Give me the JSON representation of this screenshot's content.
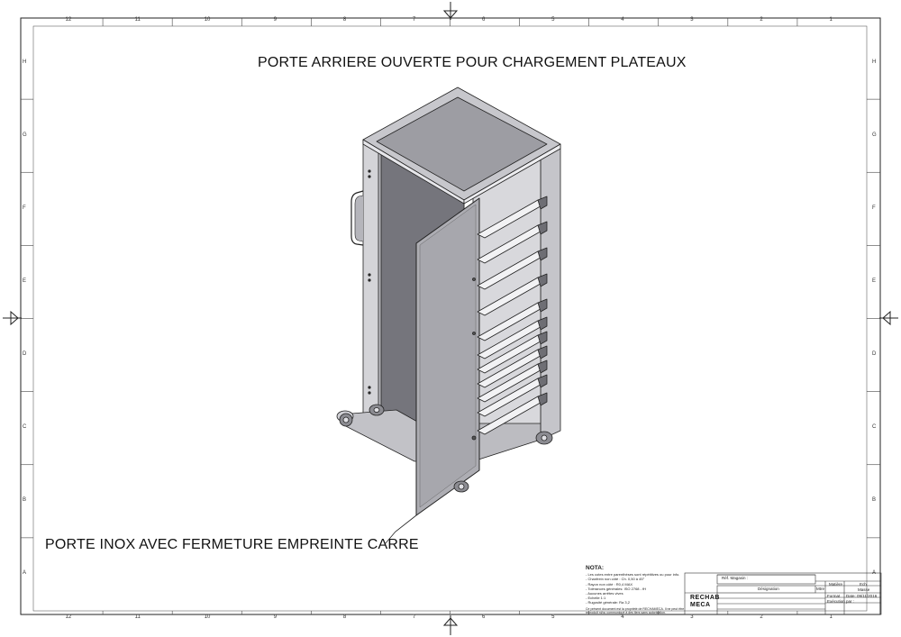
{
  "title": "PORTE ARRIERE OUVERTE POUR CHARGEMENT PLATEAUX",
  "callout": "PORTE INOX AVEC FERMETURE EMPREINTE CARRE",
  "grid": {
    "columns": [
      "12",
      "11",
      "10",
      "9",
      "8",
      "7",
      "6",
      "5",
      "4",
      "3",
      "2",
      "1"
    ],
    "rows": [
      "H",
      "G",
      "F",
      "E",
      "D",
      "C",
      "B",
      "A"
    ]
  },
  "notes": {
    "heading": "NOTA:",
    "lines": [
      "- Les cotes entre parenthèses sont répétitives ou pour info.",
      "- Chanfrein non côté : Ch. 0,50 à 45°",
      "- Rayon non côté : R0,4 MAX",
      "- Tolérances générales: ISO 2768 - fH",
      "- Aucunes arrêtes vives",
      "- Echelle 1:1",
      "- Rugosité générale: Ra 3,2",
      "Ce présent document est la propriété de RECHAMECA. Il ne peut être reproduit ni/ou communiqué à des tiers sans autorisation."
    ]
  },
  "title_block": {
    "ref_magasin": "Réf. Magasin :",
    "designation": "Désignation",
    "mtre": "Mtre",
    "matiere": "Matière",
    "ech": "Ech",
    "masse": "Masse",
    "format": "Format",
    "date": "Date: 09/11/2016",
    "execution": "Exécution par :",
    "logo_line1": "RECHAB",
    "logo_line2": "MECA"
  }
}
